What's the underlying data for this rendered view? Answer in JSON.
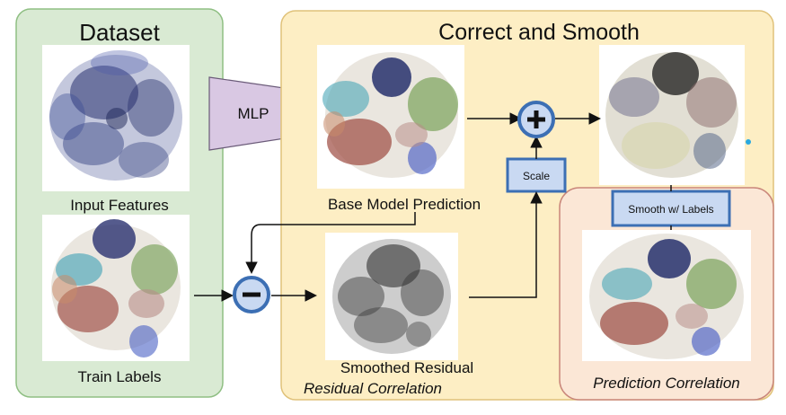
{
  "dataset": {
    "title": "Dataset",
    "input_features_label": "Input Features",
    "train_labels_label": "Train Labels"
  },
  "mlp": {
    "label": "MLP"
  },
  "correct_smooth": {
    "title": "Correct and Smooth",
    "base_model_prediction_label": "Base Model Prediction",
    "smoothed_residual_label": "Smoothed Residual",
    "residual_correlation_label": "Residual Correlation",
    "scale_label": "Scale",
    "smooth_with_labels_label": "Smooth w/ Labels",
    "prediction_correlation_label": "Prediction Correlation"
  },
  "operators": {
    "plus": "+",
    "minus": "−"
  },
  "colors": {
    "dataset_panel_fill": "#d9ead3",
    "dataset_panel_stroke": "#8fbf83",
    "cs_panel_fill": "#fdeec4",
    "cs_panel_stroke": "#e0c27a",
    "prediction_panel_fill": "#fbe7d6",
    "prediction_panel_stroke": "#c9867a",
    "mlp_fill": "#d9c8e3",
    "box_fill": "#c9d9f2",
    "box_stroke": "#3c6fb4",
    "operator_fill": "#c9d9f2",
    "operator_stroke": "#3c6fb4"
  }
}
